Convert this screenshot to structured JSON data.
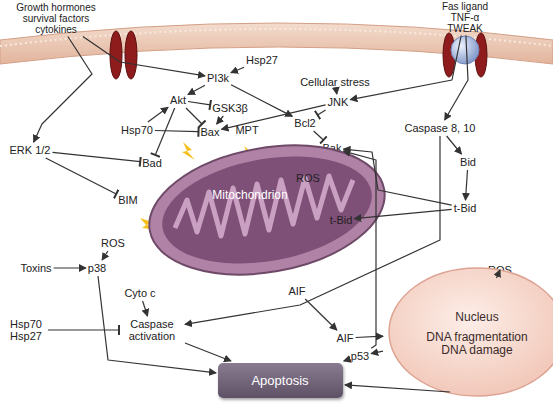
{
  "diagram": {
    "nodes": [
      {
        "text": [
          "Growth hormones survival factors cytokines"
        ]
      },
      {
        "text": [
          "Fas ligand TNF-α TWEAK"
        ]
      },
      {
        "text": [
          "PI3k"
        ]
      },
      {
        "text": [
          "Hsp27"
        ]
      },
      {
        "text": [
          "Cellular stress"
        ]
      },
      {
        "text": [
          "JNK"
        ]
      },
      {
        "text": [
          "Caspase 8, 10"
        ]
      },
      {
        "text": [
          "Akt"
        ]
      },
      {
        "text": [
          "GSK3β"
        ]
      },
      {
        "text": [
          "Bcl2"
        ]
      },
      {
        "text": [
          "Hsp70"
        ]
      },
      {
        "text": [
          "Bax"
        ]
      },
      {
        "text": [
          "Bak"
        ]
      },
      {
        "text": [
          "ERK 1/2"
        ]
      },
      {
        "text": [
          "Bad"
        ]
      },
      {
        "text": [
          "Bid"
        ]
      },
      {
        "text": [
          "BIM"
        ]
      },
      {
        "text": [
          "Mitochondrion"
        ]
      },
      {
        "text": [
          "MPT"
        ],
        "in": 17
      },
      {
        "text": [
          "ROS"
        ],
        "in": 17
      },
      {
        "text": [
          "t-Bid"
        ],
        "in": 17
      },
      {
        "text": [
          "t-Bid"
        ]
      },
      {
        "text": [
          "ROS"
        ]
      },
      {
        "text": [
          "Toxins"
        ]
      },
      {
        "text": [
          "p38"
        ]
      },
      {
        "text": [
          "Cyto c"
        ]
      },
      {
        "text": [
          "ROS"
        ]
      },
      {
        "text": [
          "AIF"
        ]
      },
      {
        "text": [
          "Nucleus",
          "DNA fragmentation DNA damage"
        ]
      },
      {
        "text": [
          "Hsp70 Hsp27"
        ]
      },
      {
        "text": [
          "Caspase activation"
        ]
      },
      {
        "text": [
          "AIF"
        ]
      },
      {
        "text": [
          "p53"
        ]
      },
      {
        "text": [
          "Apoptosis"
        ]
      }
    ],
    "edges": [
      {
        "from": 0,
        "to": 2,
        "arrow": "to"
      },
      {
        "from": 0,
        "to": 13,
        "arrow": "to"
      },
      {
        "from": 1,
        "to": 6,
        "arrow": "to"
      },
      {
        "from": 1,
        "to": 5,
        "arrow": "to"
      },
      {
        "from": 3,
        "to": 2,
        "arrow": "to"
      },
      {
        "from": 2,
        "to": 7,
        "arrow": "to"
      },
      {
        "from": 2,
        "to": 9,
        "arrow": "to"
      },
      {
        "from": 4,
        "to": 5,
        "arrow": "to"
      },
      {
        "from": 5,
        "to": 9,
        "arrow": "to"
      },
      {
        "from": 5,
        "to": 11,
        "arrow": "to"
      },
      {
        "from": 7,
        "to": 8,
        "arrow": "to"
      },
      {
        "from": 8,
        "to": 11,
        "arrow": "to"
      },
      {
        "from": 7,
        "to": 11,
        "arrow": "to"
      },
      {
        "from": 7,
        "to": 14,
        "arrow": "to"
      },
      {
        "from": 10,
        "to": 7,
        "arrow": "to"
      },
      {
        "from": 10,
        "to": 11,
        "arrow": "to"
      },
      {
        "from": 9,
        "to": 12,
        "arrow": "to"
      },
      {
        "from": 13,
        "to": 14,
        "arrow": "to"
      },
      {
        "from": 13,
        "to": 16,
        "arrow": "to"
      },
      {
        "from": 6,
        "to": 15,
        "arrow": "to"
      },
      {
        "from": 15,
        "to": 21,
        "arrow": "to"
      },
      {
        "from": 21,
        "to": 20,
        "arrow": "to"
      },
      {
        "from": 21,
        "to": 12,
        "arrow": "to"
      },
      {
        "from": 6,
        "to": 30,
        "arrow": "to"
      },
      {
        "from": 23,
        "to": 24,
        "arrow": "to"
      },
      {
        "from": 22,
        "to": 24,
        "arrow": "to"
      },
      {
        "from": 24,
        "to": 33,
        "arrow": "to"
      },
      {
        "from": 25,
        "to": 30,
        "arrow": "to"
      },
      {
        "from": 29,
        "to": 30,
        "arrow": "to"
      },
      {
        "from": 30,
        "to": 33,
        "arrow": "to"
      },
      {
        "from": 27,
        "to": 31,
        "arrow": "to"
      },
      {
        "from": 31,
        "to": 28,
        "arrow": "to"
      },
      {
        "from": 26,
        "to": 28,
        "arrow": "to"
      },
      {
        "from": 28,
        "to": 32,
        "arrow": "to"
      },
      {
        "from": 32,
        "to": 33,
        "arrow": "to"
      },
      {
        "from": 28,
        "to": 33,
        "arrow": "to"
      },
      {
        "from": 32,
        "to": 12,
        "arrow": "to"
      }
    ]
  }
}
